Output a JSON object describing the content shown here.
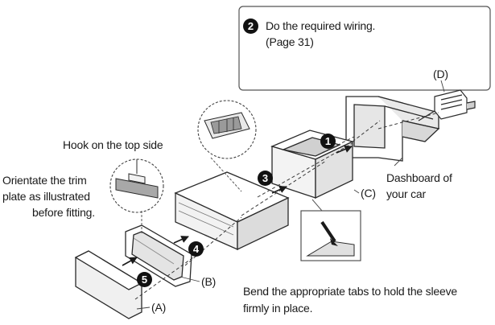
{
  "callout": {
    "step_number": "2",
    "text_line1": "Do the required wiring.",
    "text_line2": "(Page 31)"
  },
  "labels": {
    "hook": "Hook on the top side",
    "orientate_line1": "Orientate the trim",
    "orientate_line2": "plate as illustrated",
    "orientate_line3": "before fitting.",
    "dashboard_line1": "Dashboard of",
    "dashboard_line2": "your car",
    "bend_line1": "Bend the appropriate tabs to hold the sleeve",
    "bend_line2": "firmly in place.",
    "part_a": "(A)",
    "part_b": "(B)",
    "part_c": "(C)",
    "part_d": "(D)"
  },
  "steps": {
    "s1": "1",
    "s3": "3",
    "s4": "4",
    "s5": "5"
  },
  "colors": {
    "line": "#2a2a2a",
    "fill_light": "#f2f2f2",
    "fill_mid": "#d9d9d9",
    "fill_dark": "#9a9a9a",
    "step_badge": "#111111"
  }
}
